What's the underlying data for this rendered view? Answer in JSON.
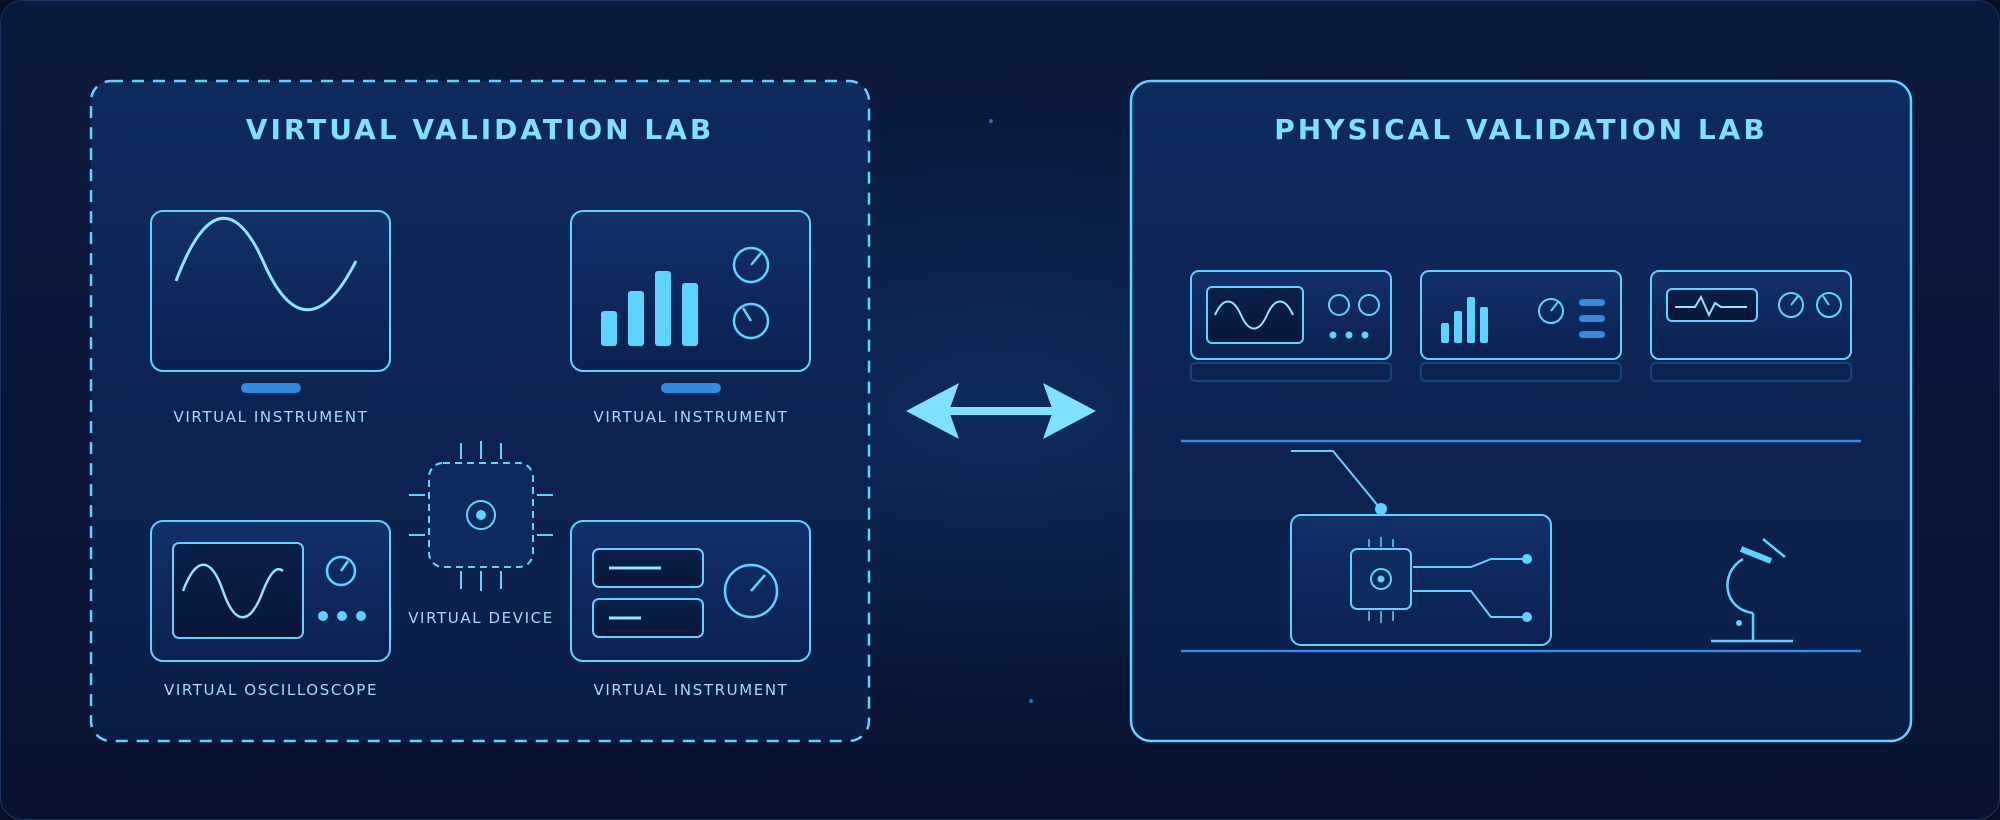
{
  "virtual_lab": {
    "title": "VIRTUAL VALIDATION LAB",
    "instrument_top_left_label": "VIRTUAL INSTRUMENT",
    "instrument_top_right_label": "VIRTUAL INSTRUMENT",
    "oscilloscope_label": "VIRTUAL OSCILLOSCOPE",
    "device_label": "VIRTUAL DEVICE",
    "instrument_bottom_right_label": "VIRTUAL INSTRUMENT"
  },
  "physical_lab": {
    "title": "PHYSICAL VALIDATION LAB"
  },
  "connector": {
    "icon": "bidirectional-arrow-icon"
  },
  "colors": {
    "accent": "#5fd3ff",
    "accent_bright": "#7fe0ff",
    "panel_fill": "#0f2a5c",
    "background": "#08163a",
    "button_blue": "#2f8ce0"
  }
}
